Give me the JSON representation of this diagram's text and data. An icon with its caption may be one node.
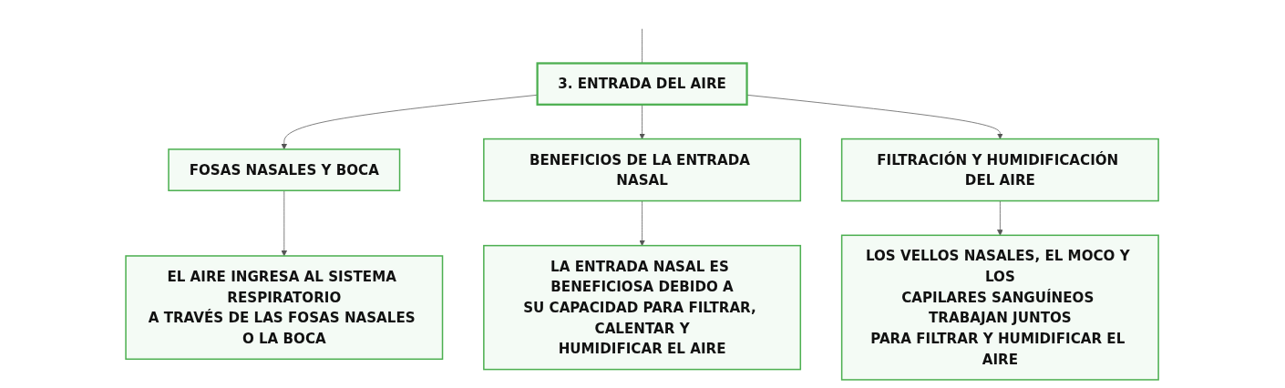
{
  "diagram": {
    "nodes": [
      {
        "text": [
          "3. ENTRADA DEL AIRE"
        ]
      },
      {
        "text": [
          "FOSAS NASALES Y BOCA"
        ]
      },
      {
        "text": [
          "BENEFICIOS DE LA ENTRADA NASAL"
        ]
      },
      {
        "text": [
          "FILTRACIÓN Y HUMIDIFICACIÓN DEL AIRE"
        ]
      },
      {
        "text": [
          "EL AIRE INGRESA AL SISTEMA RESPIRATORIO A TRAVÉS DE LAS FOSAS NASALES O LA BOCA"
        ]
      },
      {
        "text": [
          "LA ENTRADA NASAL ES BENEFICIOSA DEBIDO A SU CAPACIDAD PARA FILTRAR, CALENTAR Y HUMIDIFICAR EL AIRE"
        ]
      },
      {
        "text": [
          "LOS VELLOS NASALES, EL MOCO Y LOS CAPILARES SANGUÍNEOS TRABAJAN JUNTOS PARA FILTRAR Y HUMIDIFICAR EL AIRE"
        ]
      }
    ],
    "edges": [
      {
        "from": null,
        "to": 0,
        "arrow": "none"
      },
      {
        "from": 0,
        "to": 1,
        "arrow": "to"
      },
      {
        "from": 0,
        "to": 2,
        "arrow": "to"
      },
      {
        "from": 0,
        "to": 3,
        "arrow": "to"
      },
      {
        "from": 1,
        "to": 4,
        "arrow": "to"
      },
      {
        "from": 2,
        "to": 5,
        "arrow": "to"
      },
      {
        "from": 3,
        "to": 6,
        "arrow": "to"
      }
    ]
  }
}
